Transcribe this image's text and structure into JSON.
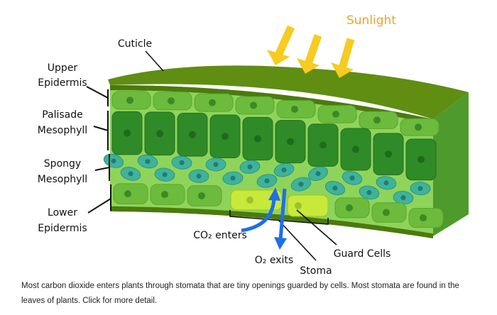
{
  "labels": {
    "sunlight": "Sunlight",
    "cuticle": "Cuticle",
    "upper_epidermis": [
      "Upper",
      "Epidermis"
    ],
    "palisade_mesophyll": [
      "Palisade",
      "Mesophyll"
    ],
    "spongy_mesophyll": [
      "Spongy",
      "Mesophyll"
    ],
    "lower_epidermis": [
      "Lower",
      "Epidermis"
    ],
    "co2_enters": "CO₂ enters",
    "o2_exits": "O₂ exits",
    "guard_cells": "Guard Cells",
    "stoma": "Stoma"
  },
  "caption": "Most carbon dioxide enters plants through stomata that are tiny openings guarded by cells. Most stomata are found in the leaves of plants. Click for more detail.",
  "colors": {
    "cuticle": "#5f8e12",
    "epidermis": "#6dbb3c",
    "palisade": "#2f8a28",
    "spongy": "#3fb39a",
    "guard": "#c8e83a",
    "gas_arrow": "#1f6fe8",
    "sun_arrow": "#f7cb1f",
    "sun_text": "#f0a22e"
  }
}
